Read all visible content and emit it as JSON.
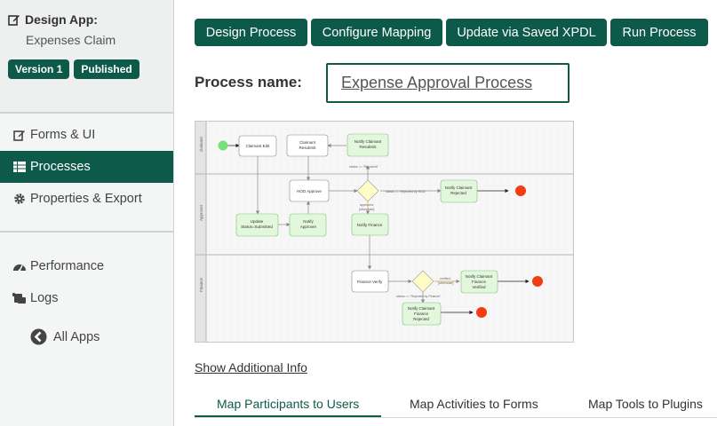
{
  "sidebar": {
    "header": {
      "title": "Design App:",
      "app_name": "Expenses Claim"
    },
    "badges": [
      "Version 1",
      "Published"
    ],
    "nav": [
      {
        "label": "Forms & UI",
        "icon": "edit-icon"
      },
      {
        "label": "Processes",
        "icon": "table-icon"
      },
      {
        "label": "Properties & Export",
        "icon": "gear-icon"
      },
      {
        "label": "Performance",
        "icon": "dashboard-icon"
      },
      {
        "label": "Logs",
        "icon": "logs-icon"
      }
    ],
    "all_apps": "All Apps"
  },
  "toolbar": {
    "buttons": [
      "Design Process",
      "Configure Mapping",
      "Update via Saved XPDL",
      "Run Process"
    ]
  },
  "process": {
    "label": "Process name:",
    "value": "Expense Approval Process"
  },
  "diagram": {
    "lanes": [
      "claimant",
      "Approver",
      "Finance"
    ],
    "tasks": {
      "claimant_edit": "Claimant Edit",
      "claimant_resubmit_1": "Claimant",
      "claimant_resubmit_2": "Resubmit",
      "notify_resubmit_1": "Notify Claimant",
      "notify_resubmit_2": "Resubmit",
      "hod_approve": "HOD Approve",
      "notify_rejected_1": "Notify Claimant",
      "notify_rejected_2": "Rejected",
      "update_status_1": "Update",
      "update_status_2": "Status=Submitted",
      "notify_approver_1": "Notify",
      "notify_approver_2": "Approver",
      "notify_finance": "Notify Finance",
      "finance_verify": "Finance Verify",
      "finance_verified_1": "Notify Claimant",
      "finance_verified_2": "Finance",
      "finance_verified_3": "Verified",
      "finance_rejected_1": "Notify Claimant",
      "finance_rejected_2": "Finance",
      "finance_rejected_3": "Rejected"
    },
    "labels": {
      "status_resubmit": "status == 'Resubmit'",
      "status_rejected_hod": "status == 'Rejected by HOD'",
      "approved_1": "approved",
      "approved_2": "[otherwise]",
      "verified_1": "verified",
      "verified_2": "[otherwise]",
      "status_rejected_fin": "status == 'Rejected by Finance'"
    }
  },
  "show_more": "Show Additional Info",
  "tabs": [
    "Map Participants to Users",
    "Map Activities to Forms",
    "Map Tools to Plugins"
  ],
  "colors": {
    "primary": "#0e5a4a",
    "start": "#77e07d",
    "end": "#f33c12",
    "gateway": "#fffcc8",
    "task_green": "#e2f7dc"
  }
}
